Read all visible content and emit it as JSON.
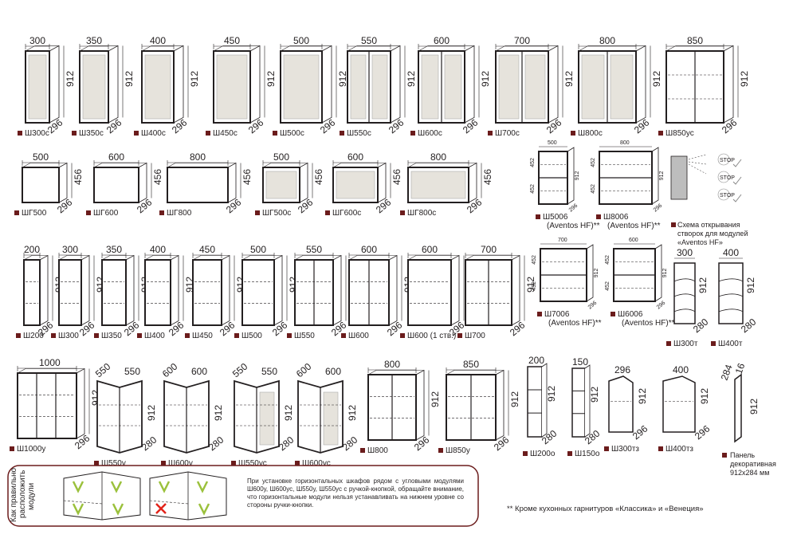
{
  "row1": [
    {
      "w": "300",
      "h": "912",
      "d": "296",
      "code": "Ш300с",
      "doors": 1,
      "glass": true
    },
    {
      "w": "350",
      "h": "912",
      "d": "296",
      "code": "Ш350с",
      "doors": 1,
      "glass": true
    },
    {
      "w": "400",
      "h": "912",
      "d": "296",
      "code": "Ш400с",
      "doors": 1,
      "glass": true
    },
    {
      "w": "450",
      "h": "912",
      "d": "296",
      "code": "Ш450с",
      "doors": 1,
      "glass": true
    },
    {
      "w": "500",
      "h": "912",
      "d": "296",
      "code": "Ш500с",
      "doors": 1,
      "glass": true
    },
    {
      "w": "550",
      "h": "912",
      "d": "296",
      "code": "Ш550с",
      "doors": 2,
      "glass": true
    },
    {
      "w": "600",
      "h": "912",
      "d": "296",
      "code": "Ш600с",
      "doors": 2,
      "glass": true
    },
    {
      "w": "700",
      "h": "912",
      "d": "296",
      "code": "Ш700с",
      "doors": 2,
      "glass": true
    },
    {
      "w": "800",
      "h": "912",
      "d": "296",
      "code": "Ш800с",
      "doors": 2,
      "glass": true
    },
    {
      "w": "850",
      "h": "912",
      "d": "296",
      "code": "Ш850ус",
      "doors": 2,
      "glass": false
    }
  ],
  "row2": [
    {
      "w": "500",
      "h": "456",
      "d": "296",
      "code": "ШГ500",
      "glass": false
    },
    {
      "w": "600",
      "h": "456",
      "d": "296",
      "code": "ШГ600",
      "glass": false
    },
    {
      "w": "800",
      "h": "456",
      "d": "296",
      "code": "ШГ800",
      "glass": false
    },
    {
      "w": "500",
      "h": "456",
      "d": "296",
      "code": "ШГ500с",
      "glass": true
    },
    {
      "w": "600",
      "h": "456",
      "d": "296",
      "code": "ШГ600с",
      "glass": true
    },
    {
      "w": "800",
      "h": "456",
      "d": "296",
      "code": "ШГ800с",
      "glass": true
    }
  ],
  "aventos": [
    {
      "w": "500",
      "h1": "452",
      "h2": "452",
      "h": "912",
      "d": "296",
      "code": "Ш5006",
      "sub": "(Aventos HF)**"
    },
    {
      "w": "800",
      "h1": "452",
      "h2": "452",
      "h": "912",
      "d": "296",
      "code": "Ш8006",
      "sub": "(Aventos HF)**"
    },
    {
      "w": "700",
      "h1": "452",
      "h2": "452",
      "h": "912",
      "d": "296",
      "code": "Ш7006",
      "sub": "(Aventos HF)**"
    },
    {
      "w": "600",
      "h1": "452",
      "h2": "452",
      "h": "912",
      "d": "296",
      "code": "Ш6006",
      "sub": "(Aventos HF)**"
    }
  ],
  "scheme": {
    "line1": "Схема открывания",
    "line2": "створок для модулей",
    "line3": "«Aventos HF»",
    "stop": "STOP"
  },
  "row3": [
    {
      "w": "200",
      "h": "912",
      "d": "296",
      "code": "Ш200",
      "doors": 1
    },
    {
      "w": "300",
      "h": "912",
      "d": "296",
      "code": "Ш300",
      "doors": 1
    },
    {
      "w": "350",
      "h": "912",
      "d": "296",
      "code": "Ш350",
      "doors": 1
    },
    {
      "w": "400",
      "h": "912",
      "d": "296",
      "code": "Ш400",
      "doors": 1
    },
    {
      "w": "450",
      "h": "912",
      "d": "296",
      "code": "Ш450",
      "doors": 1
    },
    {
      "w": "500",
      "h": "912",
      "d": "296",
      "code": "Ш500",
      "doors": 1
    },
    {
      "w": "550",
      "h": "912",
      "d": "296",
      "code": "Ш550",
      "doors": 2
    },
    {
      "w": "600",
      "h": "912",
      "d": "296",
      "code": "Ш600",
      "doors": 2
    },
    {
      "w": "600",
      "h": "912",
      "d": "296",
      "code": "Ш600 (1 ств.)",
      "doors": 1
    },
    {
      "w": "700",
      "h": "912",
      "d": "296",
      "code": "Ш700",
      "doors": 2
    }
  ],
  "row3b": [
    {
      "w": "300",
      "h": "912",
      "d": "280",
      "code": "Ш300т"
    },
    {
      "w": "400",
      "h": "912",
      "d": "280",
      "code": "Ш400т"
    }
  ],
  "row4": [
    {
      "w": "1000",
      "h": "912",
      "d": "296",
      "code": "Ш1000у"
    },
    {
      "w1": "550",
      "w2": "550",
      "h": "912",
      "d": "280",
      "code": "Ш550у"
    },
    {
      "w1": "600",
      "w2": "600",
      "h": "912",
      "d": "280",
      "code": "Ш600у"
    },
    {
      "w1": "550",
      "w2": "550",
      "h": "912",
      "d": "280",
      "code": "Ш550ус"
    },
    {
      "w1": "600",
      "w2": "600",
      "h": "912",
      "d": "280",
      "code": "Ш600ус"
    },
    {
      "w": "800",
      "h": "912",
      "d": "296",
      "code": "Ш800"
    },
    {
      "w": "850",
      "h": "912",
      "d": "296",
      "code": "Ш850у"
    }
  ],
  "row4b": [
    {
      "w": "200",
      "h": "912",
      "d": "280",
      "code": "Ш200о"
    },
    {
      "w": "150",
      "h": "912",
      "d": "280",
      "code": "Ш150о"
    },
    {
      "w": "296",
      "h": "912",
      "d": "296",
      "code": "Ш300тз"
    },
    {
      "w": "400",
      "h": "912",
      "d": "296",
      "code": "Ш400тз"
    }
  ],
  "panel": {
    "w": "284",
    "t": "16",
    "h": "912",
    "line1": "Панель",
    "line2": "декоративная",
    "line3": "912х284 мм"
  },
  "bottom_note": {
    "side_line1": "Как правильно",
    "side_line2": "расположить",
    "side_line3": "модули",
    "text": "При установке горизонтальных шкафов рядом с угловыми модулями Ш600у, Ш600ус, Ш550у, Ш550ус с ручкой-кнопкой, обращайте внимание, что горизонтальные модули нельзя устанавливать на нижнем уровне со стороны ручки-кнопки."
  },
  "footnote": "** Кроме кухонных гарнитуров «Классика» и «Венеция»",
  "colors": {
    "outline": "#231f20",
    "marker": "#6b1c1c",
    "glass": "#e6e3dc",
    "accent": "#9bc13c",
    "wrong": "#e2231a"
  }
}
